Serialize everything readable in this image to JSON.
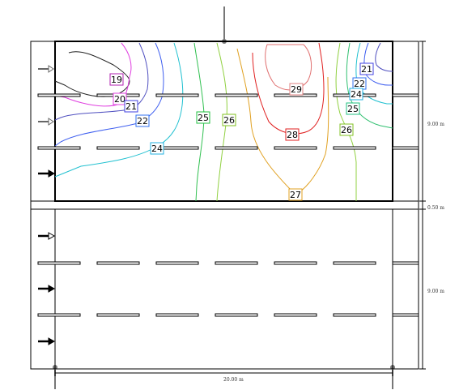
{
  "dimensions": {
    "lane_height_top": "9.00 m",
    "median_width": "0.50 m",
    "lane_height_bottom": "9.00 m",
    "road_length": "20.00 m"
  },
  "contour_labels": [
    {
      "value": "19",
      "color": "#b020b0"
    },
    {
      "value": "20",
      "color": "#e040e0"
    },
    {
      "value": "21",
      "color": "#4040e0"
    },
    {
      "value": "22",
      "color": "#3070f0"
    },
    {
      "value": "24",
      "color": "#20b0e0"
    },
    {
      "value": "25",
      "color": "#20c040"
    },
    {
      "value": "26",
      "color": "#80c020"
    },
    {
      "value": "27",
      "color": "#e0a020"
    },
    {
      "value": "28",
      "color": "#e02020"
    },
    {
      "value": "29",
      "color": "#e08080"
    },
    {
      "value": "21",
      "color": "#4040e0"
    },
    {
      "value": "22",
      "color": "#3070f0"
    },
    {
      "value": "24",
      "color": "#20b0e0"
    },
    {
      "value": "25",
      "color": "#20c080"
    },
    {
      "value": "26",
      "color": "#80c020"
    }
  ]
}
